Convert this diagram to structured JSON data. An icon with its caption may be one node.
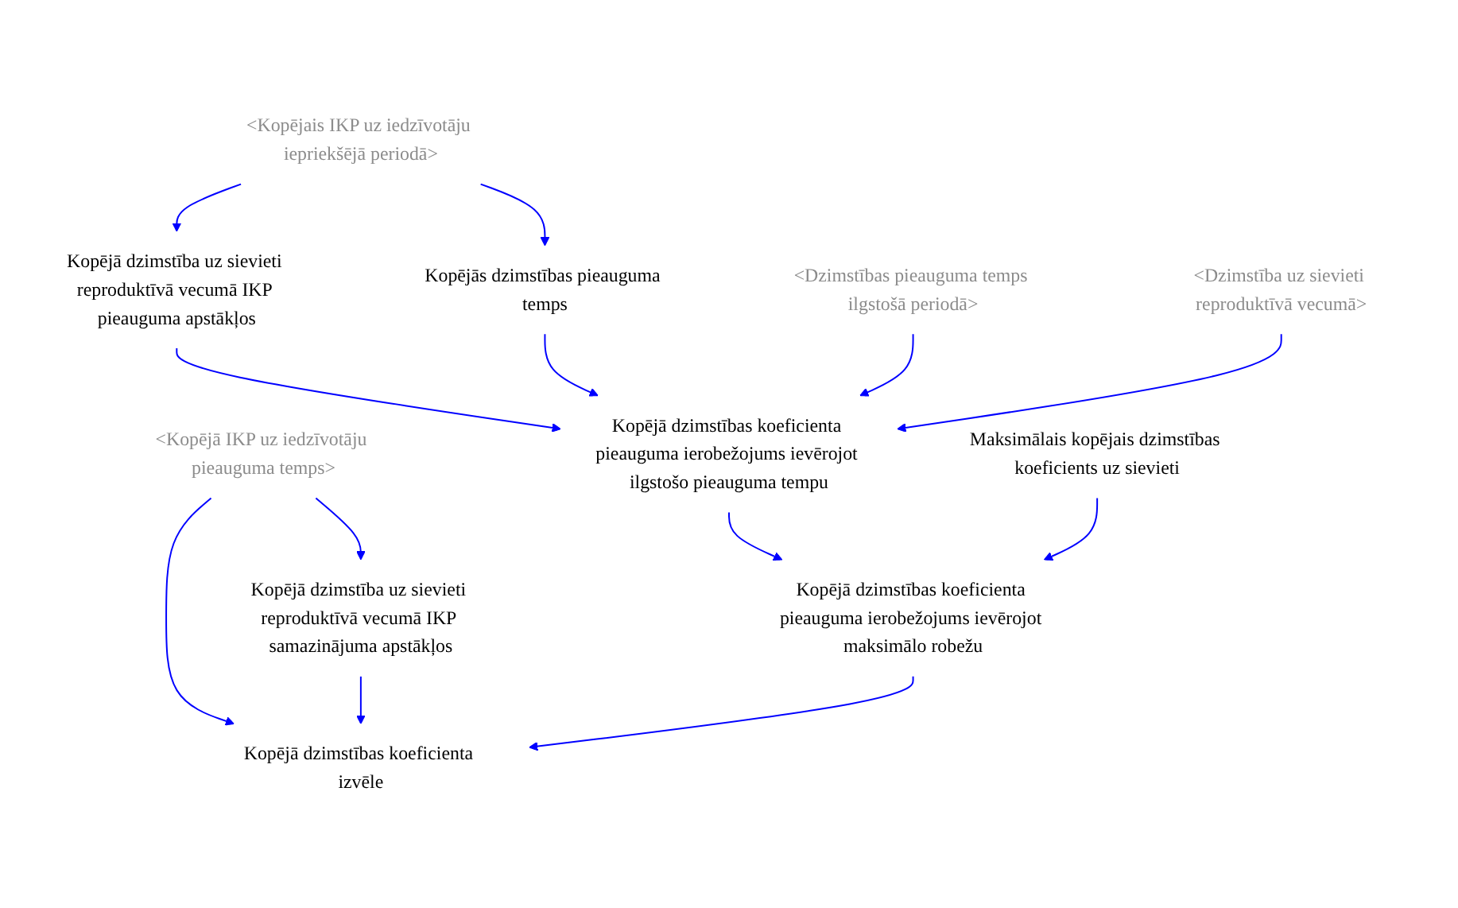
{
  "diagram": {
    "nodes": [
      {
        "text": [
          "<Kopējā IKP uz iedzīvotāju pieauguma temps>"
        ]
      },
      {
        "text": [
          "<Kopējais IKP uz iedzīvotāju iepriekšējā periodā>"
        ]
      },
      {
        "text": [
          "Kopējā dzimstība uz sievieti reproduktīvā vecumā IKP pieauguma apstākļos"
        ]
      },
      {
        "text": [
          "Kopējās dzimstības pieauguma temps"
        ]
      },
      {
        "text": [
          "Kopējā dzimstības koeficienta pieauguma ierobežojums ievērojot ilgstošo pieauguma tempu"
        ]
      },
      {
        "text": [
          "<Dzimstības pieauguma temps ilgstošā periodā>"
        ]
      },
      {
        "text": [
          "<Dzimstība uz sievieti reproduktīvā vecumā>"
        ]
      },
      {
        "text": [
          "Kopējā dzimstība uz sievieti reproduktīvā vecumā IKP samazinājuma apstākļos"
        ]
      },
      {
        "text": [
          "Kopējā dzimstības koeficienta pieauguma ierobežojums ievērojot maksimālo robežu"
        ]
      },
      {
        "text": [
          "Maksimālais kopējais dzimstības koeficients uz sievieti"
        ]
      },
      {
        "text": [
          "Kopējā dzimstības koeficienta izvēle"
        ]
      }
    ],
    "edges": [
      {
        "from": 1,
        "to": 2,
        "arrow": "to"
      },
      {
        "from": 1,
        "to": 3,
        "arrow": "to"
      },
      {
        "from": 0,
        "to": 7,
        "arrow": "to"
      },
      {
        "from": 0,
        "to": 10,
        "arrow": "to"
      },
      {
        "from": 2,
        "to": 4,
        "arrow": "to"
      },
      {
        "from": 3,
        "to": 4,
        "arrow": "to"
      },
      {
        "from": 5,
        "to": 4,
        "arrow": "to"
      },
      {
        "from": 6,
        "to": 4,
        "arrow": "to"
      },
      {
        "from": 4,
        "to": 8,
        "arrow": "to"
      },
      {
        "from": 9,
        "to": 8,
        "arrow": "to"
      },
      {
        "from": 7,
        "to": 10,
        "arrow": "to"
      },
      {
        "from": 8,
        "to": 10,
        "arrow": "to"
      }
    ]
  }
}
